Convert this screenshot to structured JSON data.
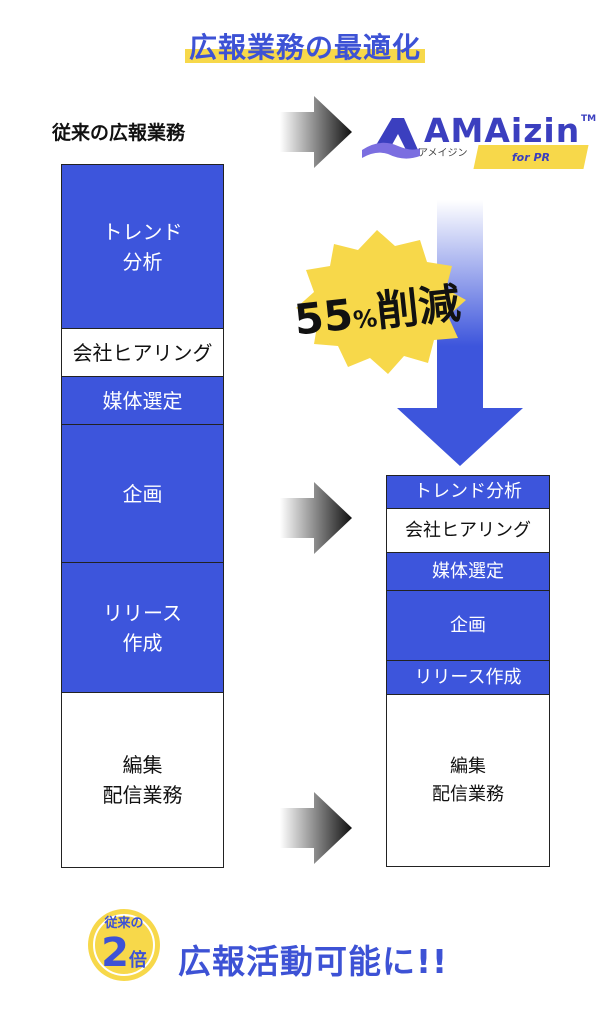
{
  "title": "広報業務の最適化",
  "left": {
    "heading": "従来の広報業務",
    "segments": [
      {
        "label": "トレンド\n分析",
        "style": "blue"
      },
      {
        "label": "会社ヒアリング",
        "style": "white"
      },
      {
        "label": "媒体選定",
        "style": "blue"
      },
      {
        "label": "企画",
        "style": "blue"
      },
      {
        "label": "リリース\n作成",
        "style": "blue"
      },
      {
        "label": "編集\n配信業務",
        "style": "white"
      }
    ]
  },
  "logo": {
    "name": "AMAizin",
    "trademark": "TM",
    "kana": "アメイジン",
    "badge": "for PR"
  },
  "reduction": {
    "number": "55",
    "unit": "%",
    "label": "削減"
  },
  "right": {
    "segments": [
      {
        "label": "トレンド分析",
        "style": "blue"
      },
      {
        "label": "会社ヒアリング",
        "style": "white"
      },
      {
        "label": "媒体選定",
        "style": "blue"
      },
      {
        "label": "企画",
        "style": "blue"
      },
      {
        "label": "リリース作成",
        "style": "blue"
      },
      {
        "label": "編集\n配信業務",
        "style": "white"
      }
    ]
  },
  "bottom": {
    "medal_top": "従来の",
    "medal_number": "2",
    "medal_unit": "倍",
    "message": "広報活動可能に!!"
  },
  "colors": {
    "primary_blue": "#3d55dc",
    "accent_yellow": "#f7d84a",
    "logo_purple": "#3b3fbf"
  }
}
